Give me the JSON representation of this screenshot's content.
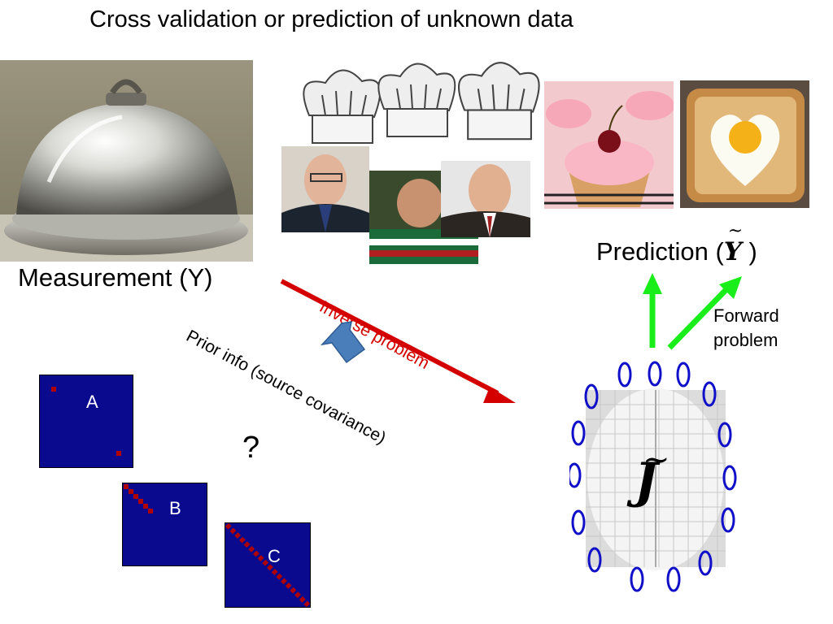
{
  "title": "Cross validation or prediction of unknown data",
  "labels": {
    "measurement": "Measurement (Y)",
    "prediction_prefix": "Prediction (",
    "prediction_symbol": "Y",
    "prediction_suffix": " )",
    "forward_line1": "Forward",
    "forward_line2": "problem",
    "inverse_problem": "Inverse problem",
    "prior_info": "Prior info (source covariance)",
    "question": "?",
    "source_symbol": "J",
    "tilde": "~"
  },
  "matrices": [
    {
      "label": "A"
    },
    {
      "label": "B"
    },
    {
      "label": "C"
    }
  ],
  "colors": {
    "inverse_arrow": "#d40000",
    "forward_arrows": "#1aee1a",
    "prior_arrow": "#4a7ebb",
    "matrix_fill": "#0a0a8e",
    "matrix_dots": "#b00000",
    "sensors": "#1010c8"
  },
  "images": [
    "silver-cloche",
    "chef-hat-face-1",
    "chef-hat-face-2",
    "chef-hat-face-3",
    "cherry-cupcakes",
    "egg-in-toast"
  ]
}
